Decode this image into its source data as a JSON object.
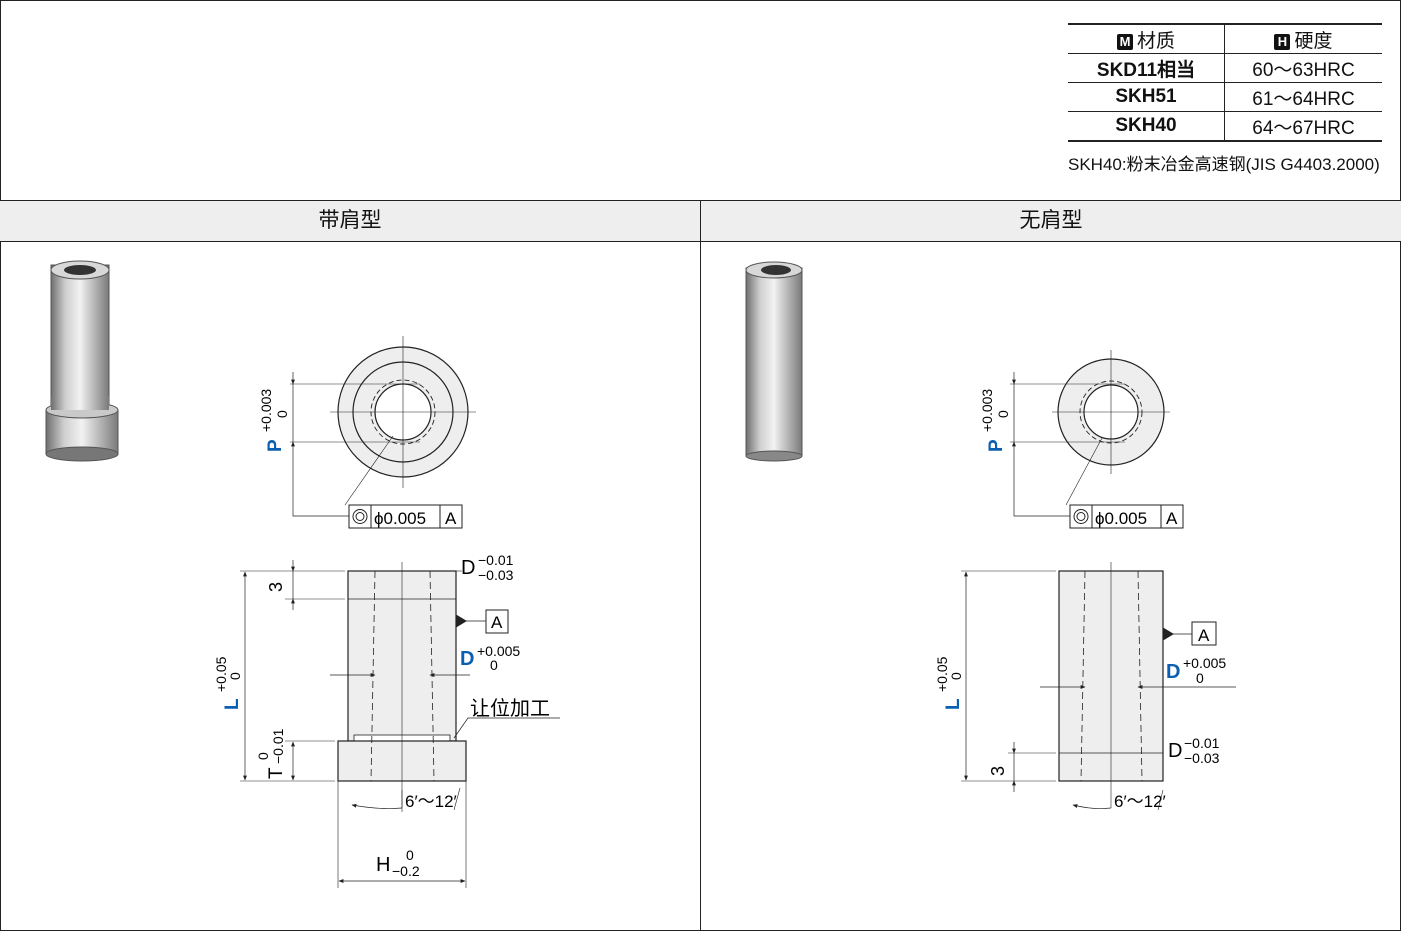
{
  "material_table": {
    "header_material_icon": "M",
    "header_material": "材质",
    "header_hardness_icon": "H",
    "header_hardness": "硬度",
    "rows": [
      {
        "material": "SKD11相当",
        "hardness": "60～63HRC"
      },
      {
        "material": "SKH51",
        "hardness": "61～64HRC"
      },
      {
        "material": "SKH40",
        "hardness": "64～67HRC"
      }
    ],
    "note": "SKH40:粉末冶金高速钢(JIS G4403.2000)"
  },
  "panels": {
    "left_title": "带肩型",
    "right_title": "无肩型"
  },
  "dims": {
    "p_letter": "P",
    "p_tol_upper": "+0.003",
    "p_tol_lower": "0",
    "conc_value": "ϕ0.005",
    "datum": "A",
    "d_letter": "D",
    "d_tol_upper": "+0.005",
    "d_tol_lower": "0",
    "do_tol_upper": "−0.01",
    "do_tol_lower": "−0.03",
    "l_letter": "L",
    "l_tol_upper": "+0.05",
    "l_tol_lower": "0",
    "t_letter": "T",
    "t_tol_upper": "0",
    "t_tol_lower": "−0.01",
    "h_letter": "H",
    "h_tol_upper": "0",
    "h_tol_lower": "−0.2",
    "three": "3",
    "taper": "6′～12′",
    "relief": "让位加工"
  },
  "colors": {
    "dim_blue": "#0b5fb0",
    "line": "#222222",
    "fill": "#eeeeee"
  }
}
